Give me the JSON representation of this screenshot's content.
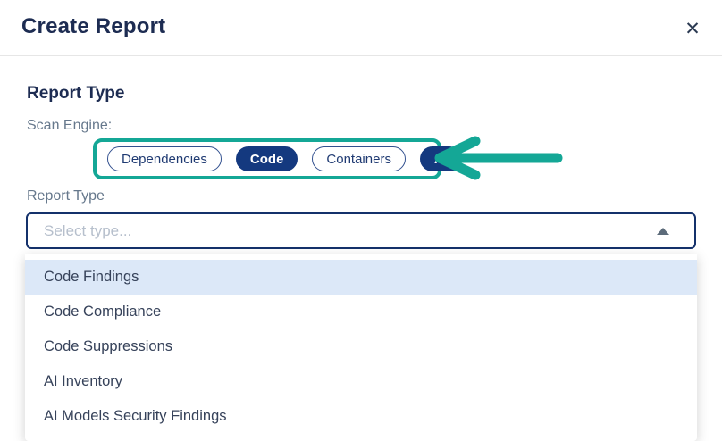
{
  "modal": {
    "title": "Create Report",
    "close_icon": "✕"
  },
  "report_type_section": {
    "heading": "Report Type"
  },
  "scan_engine": {
    "label": "Scan Engine:",
    "options": [
      {
        "label": "Dependencies",
        "selected": false
      },
      {
        "label": "Code",
        "selected": true
      },
      {
        "label": "Containers",
        "selected": false
      },
      {
        "label": "AI",
        "selected": true
      }
    ]
  },
  "report_type_field": {
    "label": "Report Type",
    "placeholder": "Select type..."
  },
  "dropdown": {
    "options": [
      {
        "label": "Code Findings",
        "highlighted": true
      },
      {
        "label": "Code Compliance",
        "highlighted": false
      },
      {
        "label": "Code Suppressions",
        "highlighted": false
      },
      {
        "label": "AI Inventory",
        "highlighted": false
      },
      {
        "label": "AI Models Security Findings",
        "highlighted": false
      }
    ]
  },
  "colors": {
    "accent_teal": "#14a796",
    "pill_navy": "#14397f",
    "title_navy": "#1d2c52",
    "highlight_row_blue": "#dce8f8",
    "select_border_navy": "#14316b"
  }
}
